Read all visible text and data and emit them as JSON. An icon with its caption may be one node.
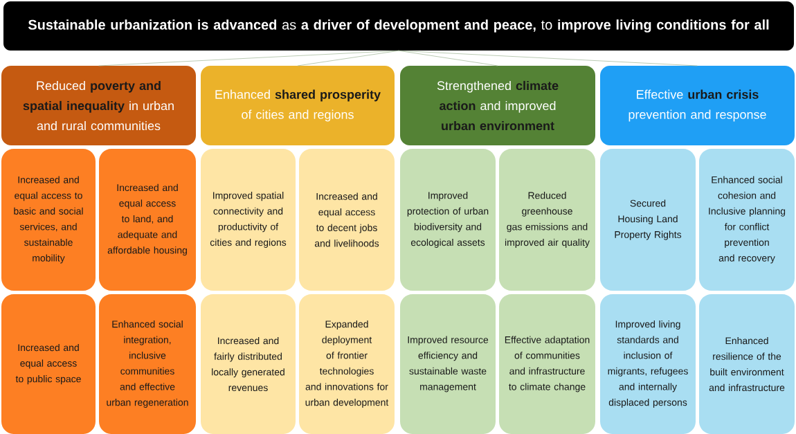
{
  "diagram": {
    "nodes": [
      {
        "text": [
          "**Sustainable urbanization is advanced** as **a driver of development and peace,** to **improve living conditions for all**"
        ]
      },
      {
        "text": [
          "Reduced **poverty and spatial inequality** in urban and rural communities"
        ]
      },
      {
        "text": [
          "Enhanced **shared prosperity** of cities and regions"
        ]
      },
      {
        "text": [
          "Strengthened **climate action** and improved **urban environment**"
        ]
      },
      {
        "text": [
          "Effective **urban crisis** prevention and response"
        ]
      },
      {
        "text": [
          "Increased and equal access to basic and social services, and sustainable mobility"
        ]
      },
      {
        "text": [
          "Increased and equal access to land, and adequate and affordable housing"
        ]
      },
      {
        "text": [
          "Improved spatial connectivity and productivity of cities and regions"
        ]
      },
      {
        "text": [
          "Increased and equal access to decent jobs and livelihoods"
        ]
      },
      {
        "text": [
          "Improved protection of urban biodiversity and ecological assets"
        ]
      },
      {
        "text": [
          "Reduced greenhouse gas emissions and improved air quality"
        ]
      },
      {
        "text": [
          "Secured Housing Land Property Rights"
        ]
      },
      {
        "text": [
          "Enhanced social cohesion and Inclusive planning for conflict prevention and recovery"
        ]
      },
      {
        "text": [
          "Increased and equal access to public space"
        ]
      },
      {
        "text": [
          "Enhanced social integration, inclusive communities and effective urban regeneration"
        ]
      },
      {
        "text": [
          "Increased and fairly distributed locally generated revenues"
        ]
      },
      {
        "text": [
          "Expanded deployment of frontier technologies and innovations for urban development"
        ]
      },
      {
        "text": [
          "Improved resource efficiency and sustainable waste management"
        ]
      },
      {
        "text": [
          "Effective adaptation of communities and infrastructure to climate change"
        ]
      },
      {
        "text": [
          "Improved living standards and inclusion of migrants, refugees and internally displaced persons"
        ]
      },
      {
        "text": [
          "Enhanced resilience of the built environment and infrastructure"
        ]
      }
    ],
    "edges": [
      {
        "from": 0,
        "to": 1,
        "arrow": "none"
      },
      {
        "from": 0,
        "to": 2,
        "arrow": "none"
      },
      {
        "from": 0,
        "to": 3,
        "arrow": "none"
      },
      {
        "from": 0,
        "to": 4,
        "arrow": "none"
      }
    ]
  }
}
